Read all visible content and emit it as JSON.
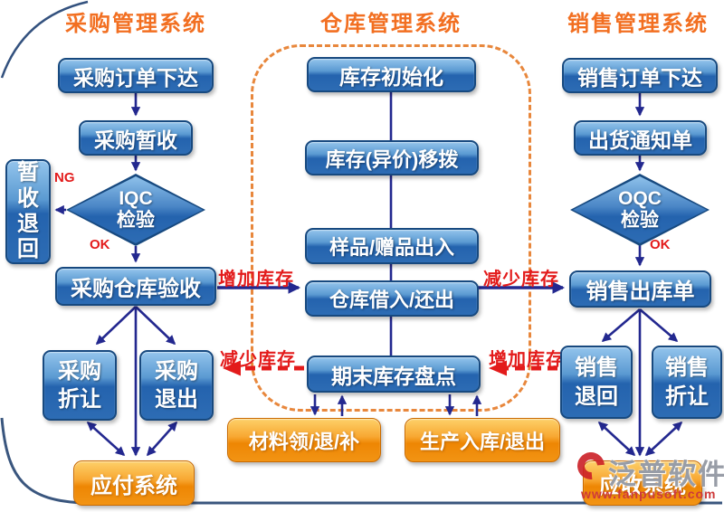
{
  "titles": {
    "purchase": "采购管理系统",
    "warehouse": "仓库管理系统",
    "sales": "销售管理系统"
  },
  "purchase": {
    "order": "采购订单下达",
    "temp_receive": "采购暂收",
    "iqc_l1": "IQC",
    "iqc_l2": "检验",
    "ng": "NG",
    "ok": "OK",
    "temp_return": "暂收退回",
    "accept": "采购仓库验收",
    "discount": "采购折让",
    "reject": "采购退出",
    "payable": "应付系统"
  },
  "warehouse": {
    "init": "库存初始化",
    "transfer": "库存(异价)移拨",
    "sample": "样品/赠品出入",
    "borrow": "仓库借入/还出",
    "stocktake": "期末库存盘点",
    "material": "材料领/退/补",
    "production": "生产入库/退出"
  },
  "sales": {
    "order": "销售订单下达",
    "ship_notice": "出货通知单",
    "oqc_l1": "OQC",
    "oqc_l2": "检验",
    "ok": "OK",
    "outbound": "销售出库单",
    "return": "销售退回",
    "discount": "销售折让",
    "receivable": "应收系统"
  },
  "flow_labels": {
    "increase_left": "增加库存",
    "decrease_left": "减少库存",
    "decrease_right": "减少库存",
    "increase_right": "增加库存"
  },
  "watermark": {
    "brand": "泛普软件",
    "url": "www.fanpusoft.com"
  },
  "colors": {
    "title_orange": "#f26f21",
    "box_blue": "#2d6cb4",
    "box_orange": "#f29414",
    "arrow_navy": "#23288f",
    "label_red": "#e31b1b",
    "dashed_orange": "#e8873c"
  }
}
